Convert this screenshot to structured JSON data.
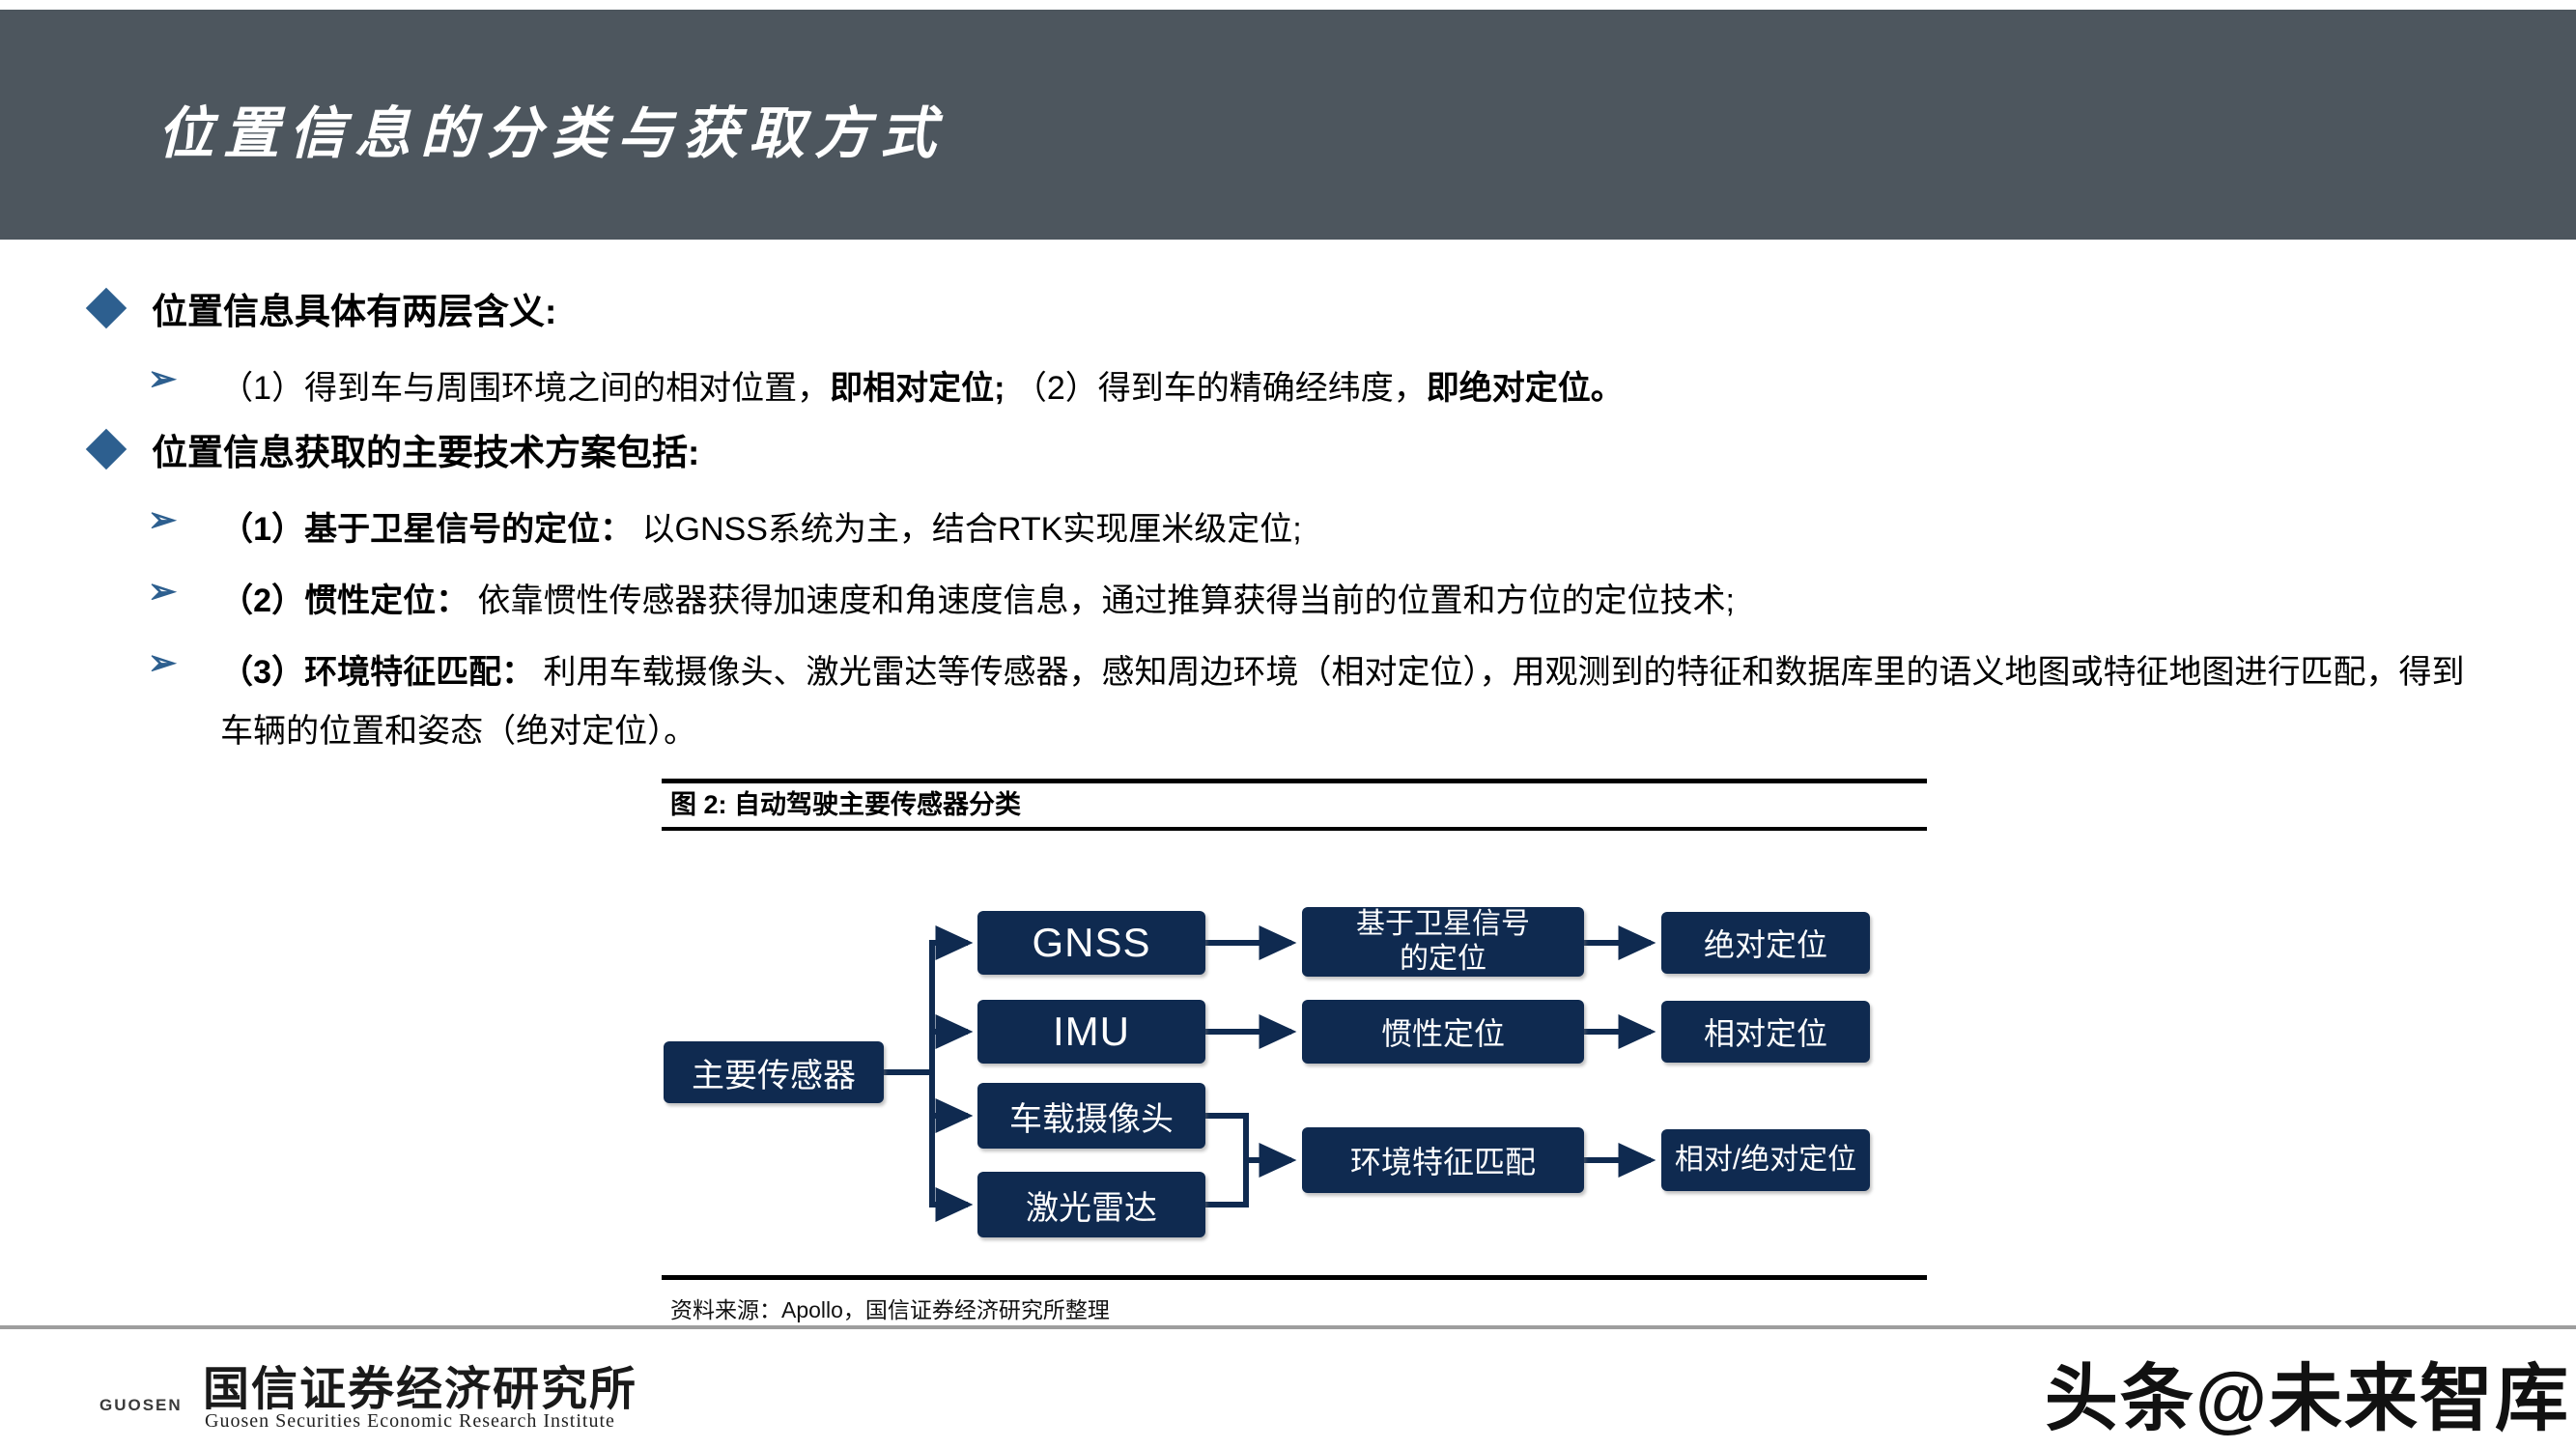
{
  "header": {
    "title": "位置信息的分类与获取方式"
  },
  "content": {
    "bullet1": "位置信息具体有两层含义:",
    "sub1": {
      "r1": "（1）得到车与周围环境之间的相对位置，",
      "b1": "即相对定位; ",
      "r2": "（2）得到车的精确经纬度，",
      "b2": "即绝对定位。"
    },
    "bullet2": "位置信息获取的主要技术方案包括:",
    "sub2": {
      "b": "（1）基于卫星信号的定位： ",
      "r": "以GNSS系统为主，结合RTK实现厘米级定位;"
    },
    "sub3": {
      "b": "（2）惯性定位： ",
      "r": "依靠惯性传感器获得加速度和角速度信息，通过推算获得当前的位置和方位的定位技术;"
    },
    "sub4": {
      "b": "（3）环境特征匹配： ",
      "r": "利用车载摄像头、激光雷达等传感器，感知周边环境（相对定位），用观测到的特征和数据库里的语义地图或特征地图进行匹配，得到车辆的位置和姿态（绝对定位）。"
    }
  },
  "figure": {
    "caption": "图 2:  自动驾驶主要传感器分类",
    "source": "资料来源：Apollo，国信证券经济研究所整理",
    "nodes": {
      "main": "主要传感器",
      "gnss": "GNSS",
      "imu": "IMU",
      "camera": "车载摄像头",
      "lidar": "激光雷达",
      "sat_line1": "基于卫星信号",
      "sat_line2": "的定位",
      "inertial": "惯性定位",
      "env_match": "环境特征匹配",
      "absolute": "绝对定位",
      "relative": "相对定位",
      "rel_abs": "相对/绝对定位"
    }
  },
  "footer": {
    "logo_abbr": "GUOSEN",
    "logo_cn": "国信证券经济研究所",
    "logo_en": "Guosen Securities Economic Research Institute",
    "watermark": "头条@未来智库"
  },
  "colors": {
    "header_bg": "#4d565e",
    "bullet_blue": "#2d5f8f",
    "node_navy": "#0f2a50"
  }
}
